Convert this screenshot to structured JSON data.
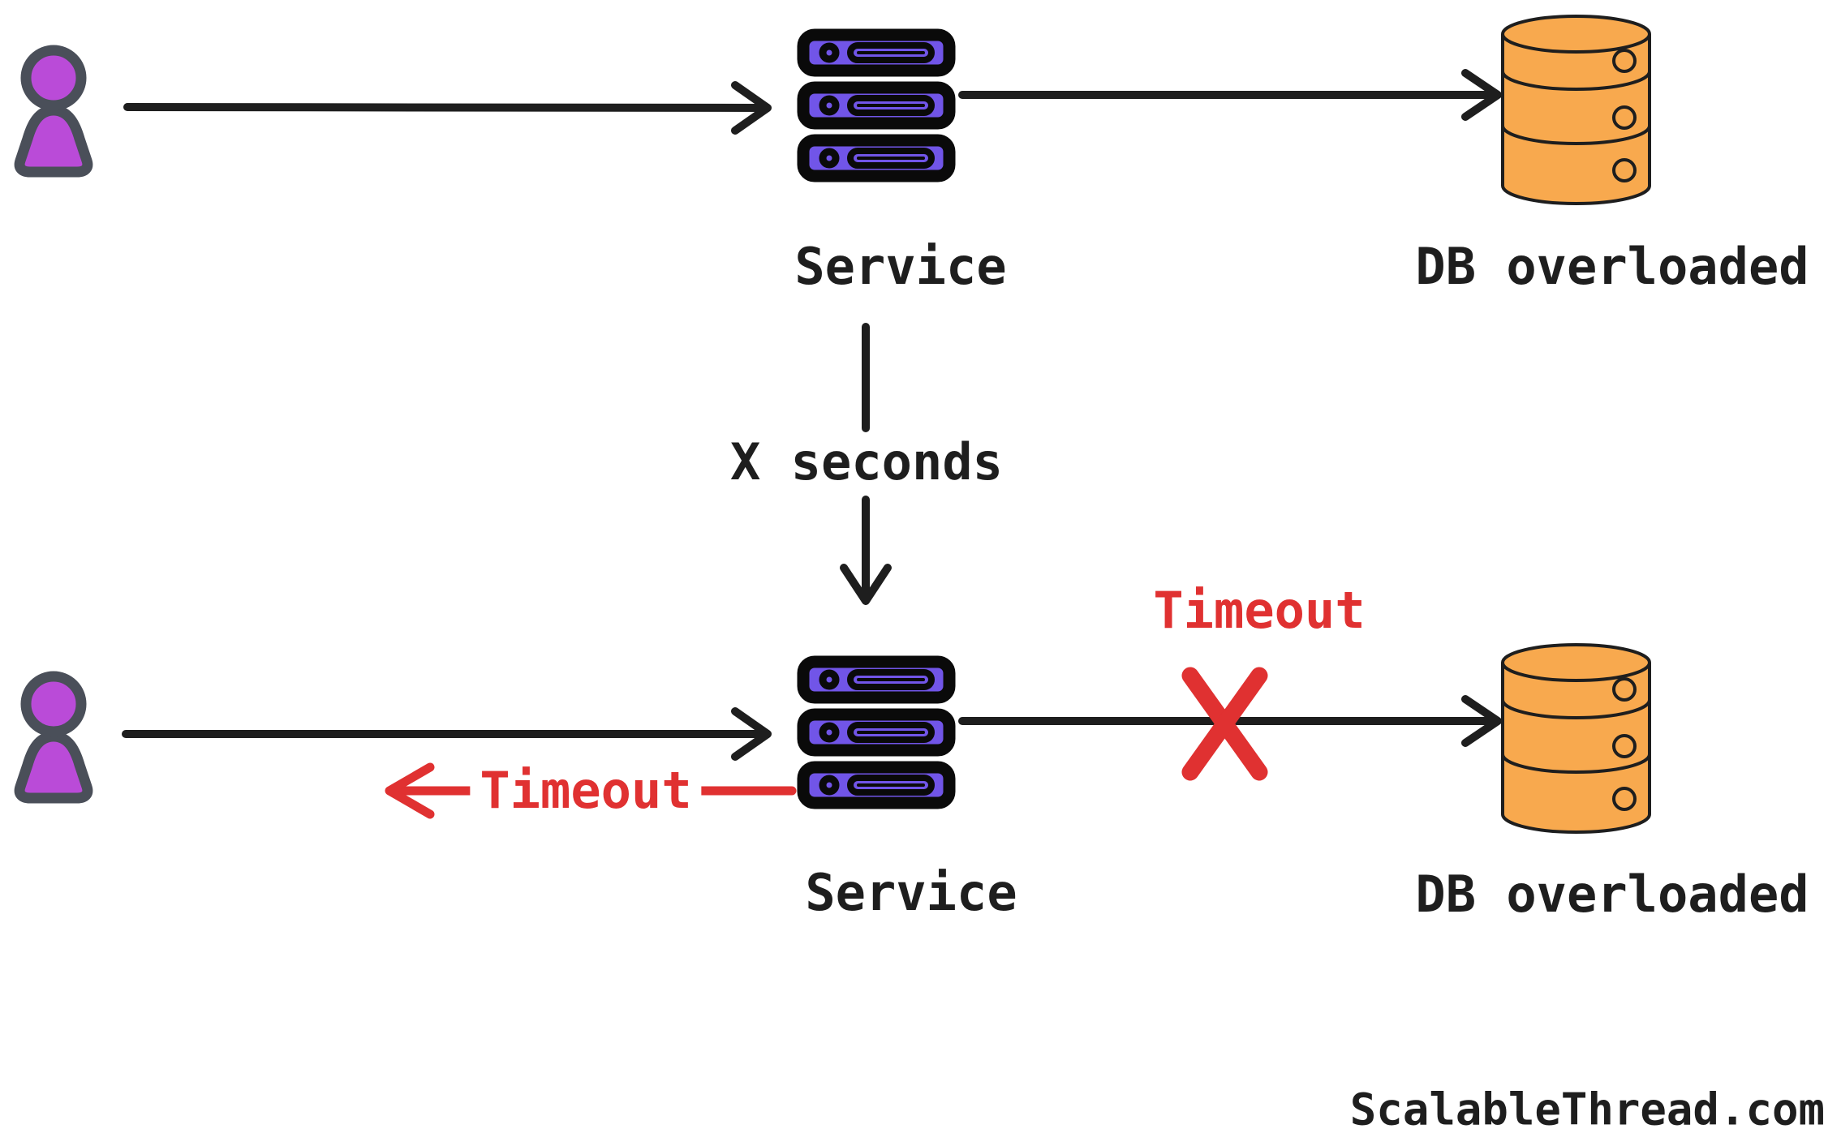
{
  "diagram": {
    "top_flow": {
      "service_label": "Service",
      "db_label": "DB overloaded"
    },
    "transition_label": "X seconds",
    "bottom_flow": {
      "service_label": "Service",
      "db_label": "DB overloaded",
      "timeout_db_label": "Timeout",
      "timeout_user_label": "Timeout"
    },
    "icons": {
      "user": "user-icon",
      "service": "server-icon",
      "database": "database-icon",
      "failure": "x-cross-icon"
    },
    "colors": {
      "stroke_dark": "#1e1e1e",
      "server_fill": "#7155e8",
      "server_stroke": "#0a0a0a",
      "user_fill": "#ba4bd8",
      "user_stroke": "#4a4f59",
      "db_fill": "#f8a94e",
      "error_red": "#e03131"
    }
  },
  "watermark": "ScalableThread.com"
}
